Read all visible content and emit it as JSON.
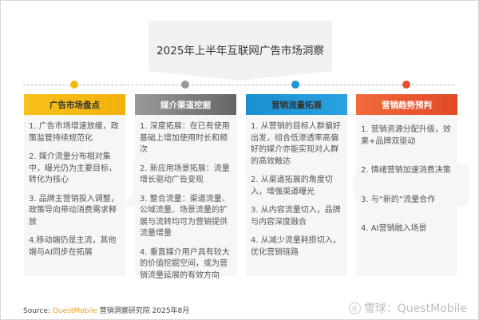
{
  "title": "2025年上半年互联网广告市场洞察",
  "watermark_bg": "QUESTMOBILE",
  "columns": [
    {
      "header": "广告市场盘点",
      "color": "#f5b80f",
      "text_color": "#333333",
      "items": [
        "1. 广告市场增速放缓，政策监管持续规范化",
        "2. 媒介流量分布相对集中，曝光仍为主要目标，转化为核心",
        "3. 品牌主营销投入调整，政策导向带动消费需求释放",
        "4.移动端仍是主流，其他端与AI同步在拓展"
      ]
    },
    {
      "header": "媒介渠道挖掘",
      "color": "#7a7a7a",
      "text_color": "#ffffff",
      "items": [
        "1. 深度拓展：在已有使用基础上增加使用时长和频次",
        "2. 新应用场景拓展：流量增长驱动广告变现",
        "3. 整合流量：渠道流量、公域流量、场景流量的扩展与流转均可为营销提供流量增量",
        "4. 垂直媒介用户具有较大的价值挖掘空间，或为营销流量延展的有效方向"
      ]
    },
    {
      "header": "营销流量拓展",
      "color": "#1e95d4",
      "text_color": "#333333",
      "items": [
        "1. 从营销的目标人群偏好出发，组合低渗透率高偏好的媒介亦能实现对人群的高效触达",
        "2. 从渠道拓展的角度切入，增强渠道曝光",
        "3. 从内容流量切入，品牌与内容深度融合",
        "4. 从减少流量耗损切入，优化营销链路"
      ]
    },
    {
      "header": "营销趋势预判",
      "color": "#e8512e",
      "text_color": "#ffffff",
      "items": [
        "1. 营销资源分配升级，效果+品牌双驱动",
        "2. 情绪营销加速消费决策",
        "3. 与“新的”流量合作",
        "4. AI营销融入场景"
      ]
    }
  ],
  "footer": {
    "source_label": "Source:",
    "brand": "QuestMobile",
    "rest": "营销洞察研究院 2025年8月"
  },
  "watermark": {
    "icon": "snowball-icon",
    "text": "雪球：QuestMobile"
  }
}
